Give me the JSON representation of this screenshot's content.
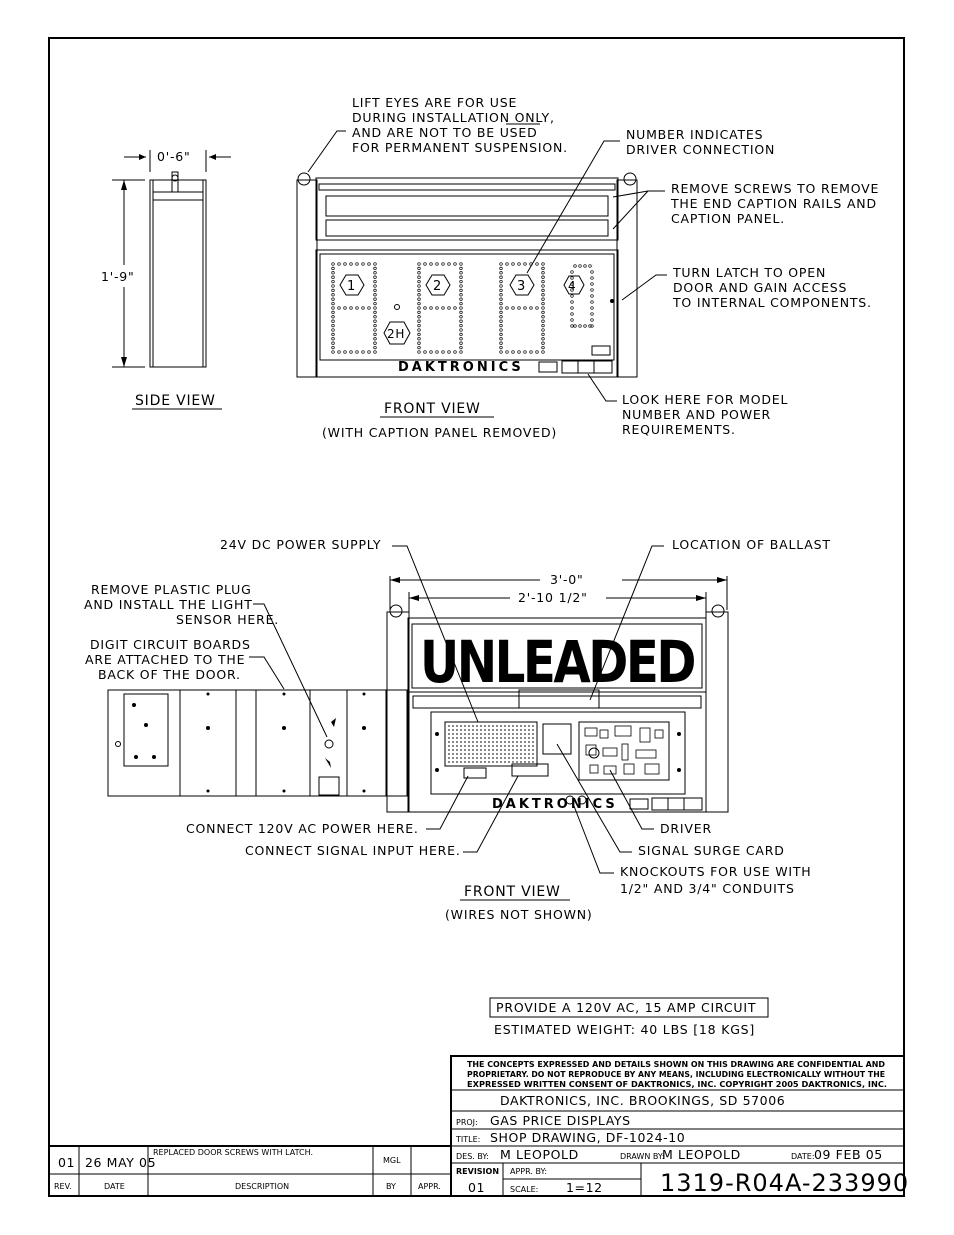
{
  "side_view": {
    "width_dim": "0'-6\"",
    "height_dim": "1'-9\"",
    "title": "SIDE VIEW"
  },
  "front_view_1": {
    "title": "FRONT VIEW",
    "subtitle": "(WITH CAPTION PANEL REMOVED)",
    "digit_numbers": [
      "1",
      "2",
      "3",
      "4"
    ],
    "digit_2h": "2H",
    "brand": "DAKTRONICS",
    "notes": {
      "lift_eyes": [
        "LIFT EYES ARE FOR USE",
        "DURING INSTALLATION ONLY,",
        "AND ARE NOT TO BE USED",
        "FOR PERMANENT SUSPENSION."
      ],
      "number_indicates": [
        "NUMBER INDICATES",
        "DRIVER CONNECTION"
      ],
      "remove_screws": [
        "REMOVE SCREWS TO REMOVE",
        "THE END CAPTION RAILS AND",
        "CAPTION PANEL."
      ],
      "turn_latch": [
        "TURN LATCH TO OPEN",
        "DOOR AND GAIN ACCESS",
        "TO INTERNAL COMPONENTS."
      ],
      "look_here": [
        "LOOK HERE FOR MODEL",
        "NUMBER AND POWER",
        "REQUIREMENTS."
      ]
    }
  },
  "front_view_2": {
    "title": "FRONT VIEW",
    "subtitle": "(WIRES NOT SHOWN)",
    "caption": "UNLEADED",
    "brand": "DAKTRONICS",
    "overall_dim": "3'-0\"",
    "inner_dim": "2'-10 1/2\"",
    "notes": {
      "power_supply": "24V DC POWER SUPPLY",
      "ballast": "LOCATION OF BALLAST",
      "plastic_plug": [
        "REMOVE PLASTIC PLUG",
        "AND INSTALL THE LIGHT",
        "SENSOR HERE."
      ],
      "circuit_boards": [
        "DIGIT CIRCUIT BOARDS",
        "ARE ATTACHED TO THE",
        "BACK OF THE DOOR."
      ],
      "connect_power": "CONNECT 120V AC POWER HERE.",
      "connect_signal": "CONNECT SIGNAL INPUT HERE.",
      "driver": "DRIVER",
      "surge": "SIGNAL SURGE CARD",
      "knockouts": [
        "KNOCKOUTS FOR USE WITH",
        "1/2\" AND 3/4\" CONDUITS"
      ]
    }
  },
  "power": {
    "circuit": "PROVIDE A 120V AC, 15 AMP CIRCUIT",
    "weight": "ESTIMATED WEIGHT: 40 LBS [18 KGS]"
  },
  "title_block": {
    "confidential": [
      "THE CONCEPTS EXPRESSED AND DETAILS SHOWN ON THIS DRAWING ARE CONFIDENTIAL AND",
      "PROPRIETARY. DO NOT REPRODUCE BY ANY MEANS, INCLUDING ELECTRONICALLY WITHOUT THE",
      "EXPRESSED WRITTEN CONSENT OF DAKTRONICS, INC.        COPYRIGHT 2005 DAKTRONICS, INC."
    ],
    "company": "DAKTRONICS, INC.   BROOKINGS, SD 57006",
    "proj_label": "PROJ:",
    "proj": "GAS PRICE DISPLAYS",
    "title_label": "TITLE:",
    "title": "SHOP DRAWING, DF-1024-10",
    "des_label": "DES. BY:",
    "des_by": "M LEOPOLD",
    "drawn_label": "DRAWN BY:",
    "drawn_by": "M LEOPOLD",
    "date_label": "DATE:",
    "date": "09 FEB 05",
    "revision_label": "REVISION",
    "revision": "01",
    "appr_label": "APPR. BY:",
    "scale_label": "SCALE:",
    "scale": "1=12",
    "drawing_number": "1319-R04A-233990"
  },
  "revision_block": {
    "rev": "01",
    "date": "26 MAY 05",
    "description": "REPLACED DOOR SCREWS WITH LATCH.",
    "by": "MGL",
    "headers": [
      "REV.",
      "DATE",
      "DESCRIPTION",
      "BY",
      "APPR."
    ]
  }
}
